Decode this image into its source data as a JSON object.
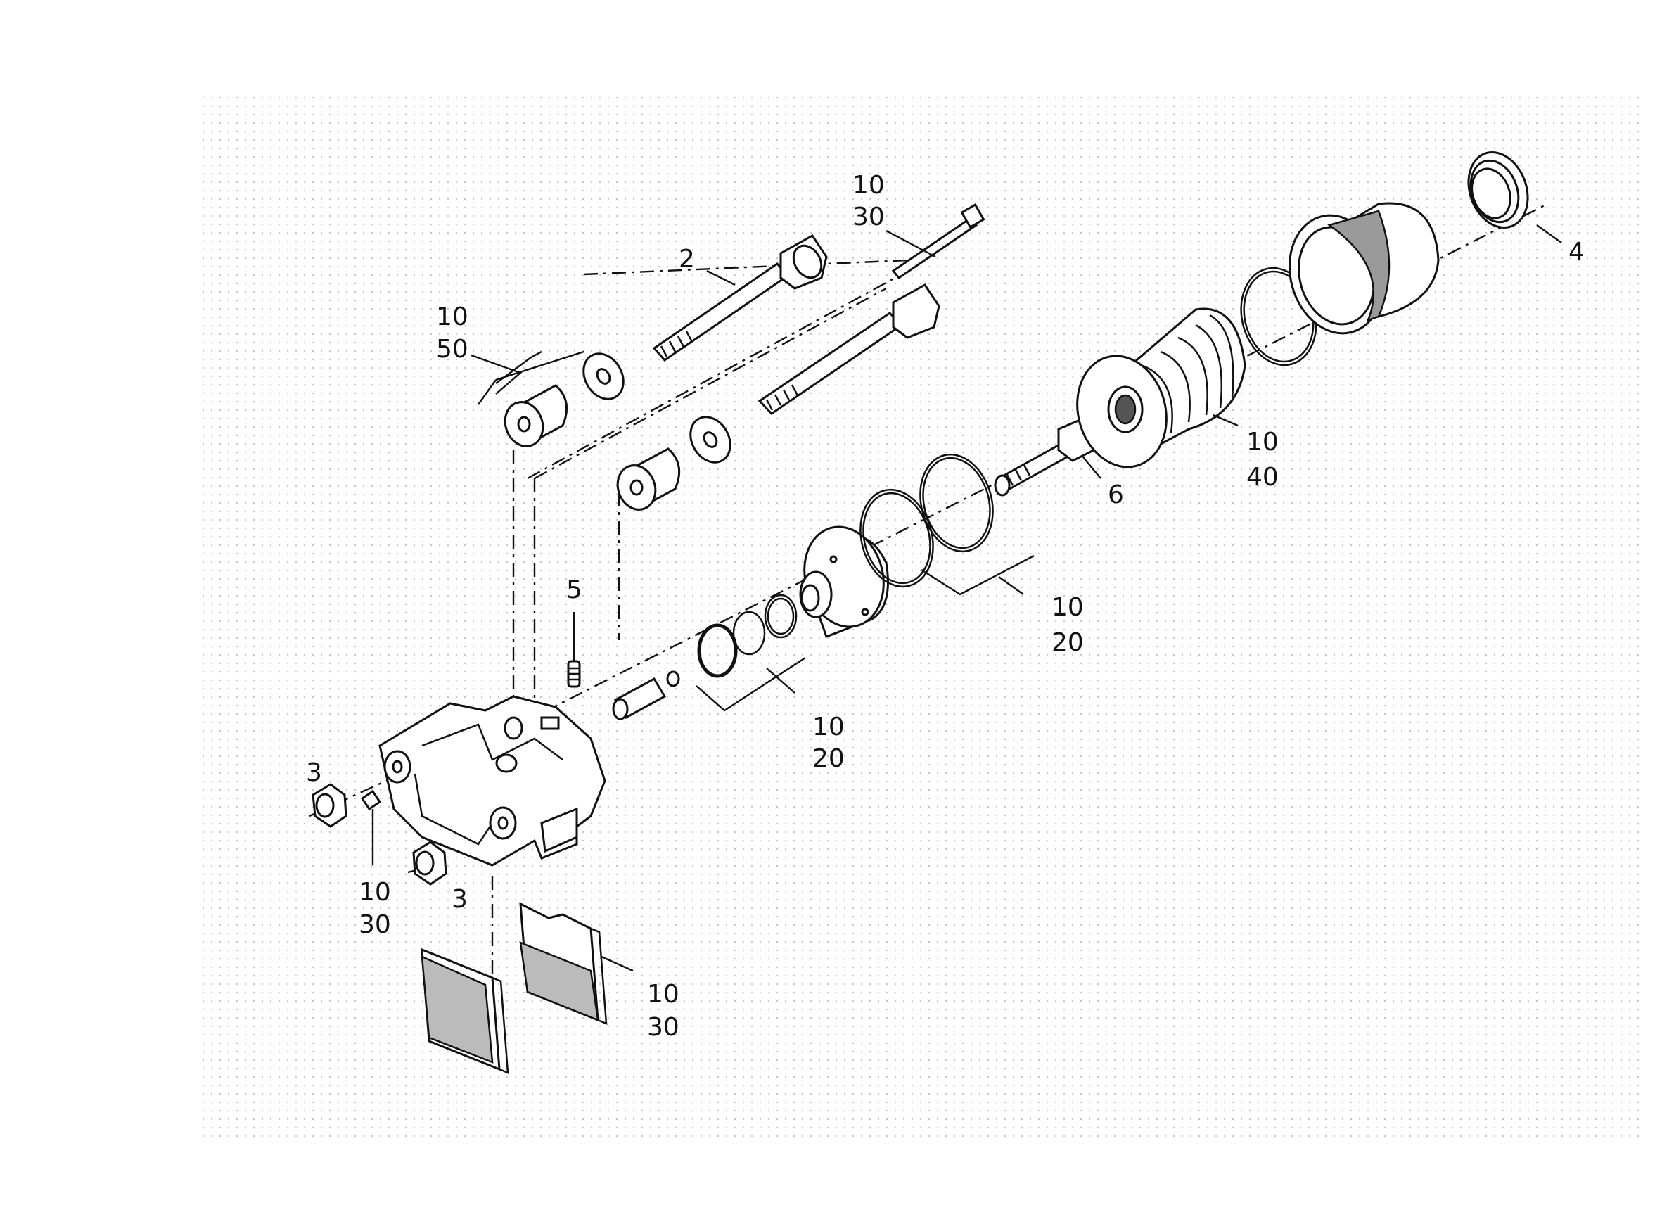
{
  "labels": {
    "bolt_long_top": "2",
    "sub_top_a": "10",
    "sub_top_b": "30",
    "sub_bush_a": "10",
    "sub_bush_b": "50",
    "nut_left": "3",
    "nut_bottom": "3",
    "sub_clip_a": "10",
    "sub_clip_b": "30",
    "bleeder": "5",
    "sub_seal_small_a": "10",
    "sub_seal_small_b": "20",
    "sub_seal_large_a": "10",
    "sub_seal_large_b": "20",
    "bolt_short": "6",
    "sub_spring_a": "10",
    "sub_spring_b": "40",
    "cap": "4",
    "sub_pads_a": "10",
    "sub_pads_b": "30"
  }
}
